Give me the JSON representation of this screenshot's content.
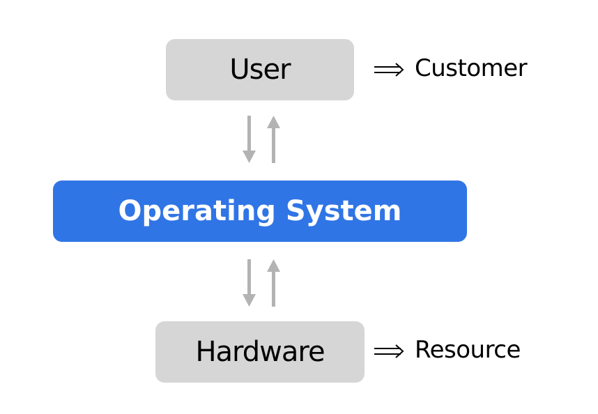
{
  "diagram": {
    "user_box": {
      "label": "User"
    },
    "os_box": {
      "label": "Operating System"
    },
    "hardware_box": {
      "label": "Hardware"
    },
    "customer_note": {
      "label": "Customer"
    },
    "resource_note": {
      "label": "Resource"
    }
  },
  "colors": {
    "gray_box": "#d6d6d6",
    "os_blue": "#3075e5",
    "arrow_gray": "#b3b3b3"
  },
  "icons": {
    "implies": "double-right-arrow-icon"
  }
}
